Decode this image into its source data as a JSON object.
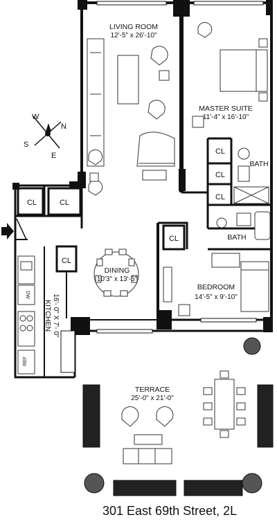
{
  "rooms": {
    "living": {
      "name": "LIVING ROOM",
      "dim": "12'-5\" x 26'-10\""
    },
    "master": {
      "name": "MASTER SUITE",
      "dim": "11'-4\" x 16'-10\""
    },
    "dining": {
      "name": "DINING",
      "dim": "10'3\" x 13'-5\""
    },
    "bedroom": {
      "name": "BEDROOM",
      "dim": "14'-5\" x 9'-10\""
    },
    "kitchen": {
      "name": "KITCHEN",
      "dim": "16'- 0\" X 7'- 0\""
    },
    "terrace": {
      "name": "TERRACE",
      "dim": "25'-0\" x 21'-0\""
    }
  },
  "closet_label": "CL",
  "bath_label": "BATH",
  "appliances": {
    "dishwasher": "DW",
    "refrigerator": "REF"
  },
  "compass": {
    "n": "N",
    "s": "S",
    "e": "E",
    "w": "W"
  },
  "address": "301 East 69th Street, 2L"
}
